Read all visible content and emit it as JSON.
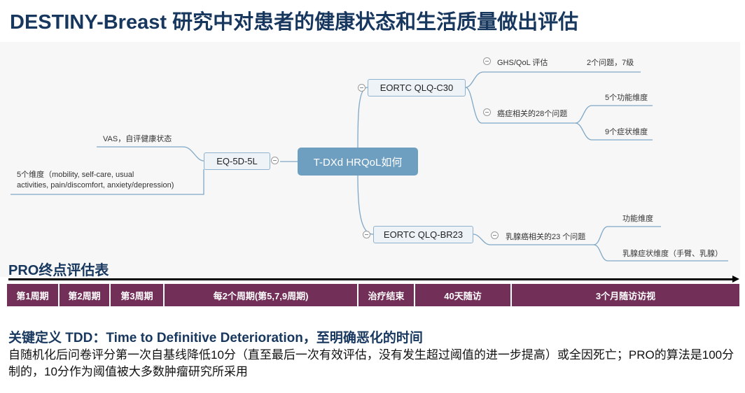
{
  "title": "DESTINY-Breast 研究中对患者的健康状态和生活质量做出评估",
  "mindmap": {
    "center": "T-DXd HRQoL如何",
    "eq5d": {
      "label": "EQ-5D-5L",
      "vas": "VAS，自评健康状态",
      "dims_line1": "5个维度（mobility, self-care, usual",
      "dims_line2": "activities, pain/discomfort, anxiety/depression)"
    },
    "c30": {
      "label": "EORTC QLQ-C30",
      "ghs": "GHS/QoL 评估",
      "ghs_detail": "2个问题，7级",
      "cancer": "癌症相关的28个问题",
      "func": "5个功能维度",
      "symp": "9个症状维度"
    },
    "br23": {
      "label": "EORTC QLQ-BR23",
      "breast": "乳腺癌相关的23 个问题",
      "func": "功能维度",
      "symp": "乳腺症状维度（手臂、乳腺）"
    }
  },
  "pro_title": "PRO终点评估表",
  "timeline": [
    "第1周期",
    "第2周期",
    "第3周期",
    "每2个周期(第5,7,9周期)",
    "治疗结束",
    "40天随访",
    "3个月随访访视"
  ],
  "tdd_heading": "关键定义 TDD：Time to Definitive Deterioration，至明确恶化的时间",
  "tdd_text": "自随机化后问卷评分第一次自基线降低10分（直至最后一次有效评估，没有发生超过阈值的进一步提高）或全因死亡；PRO的算法是100分制的，10分作为阈值被大多数肿瘤研究所采用",
  "colors": {
    "title": "#17375e",
    "timeline": "#722f58",
    "center_node": "#6f9fc0"
  }
}
